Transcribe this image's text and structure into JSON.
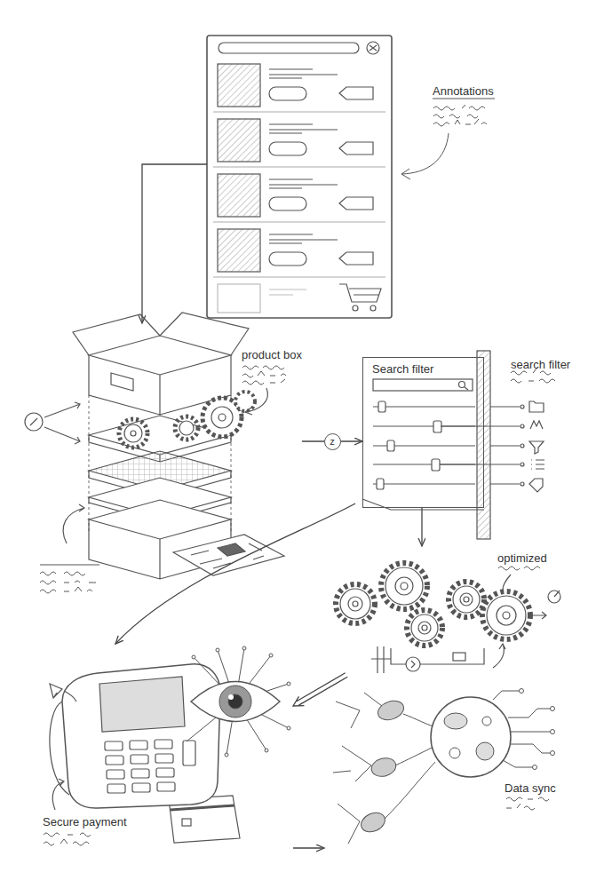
{
  "diagram": {
    "nodes": [
      {
        "text": [
          "Annotations"
        ]
      },
      {
        "text": [
          "product box"
        ]
      },
      {
        "text": [
          "Search filter",
          "search filter"
        ]
      },
      {
        "text": [
          "optimized"
        ]
      },
      {
        "text": [
          "Secure payment"
        ]
      },
      {
        "text": [
          "Data sync"
        ]
      }
    ],
    "edges": [
      {
        "from": 0,
        "to": 1,
        "arrow": "to"
      },
      {
        "from": 1,
        "to": 2,
        "arrow": "to",
        "label": "z"
      },
      {
        "from": 2,
        "to": 3,
        "arrow": "to"
      },
      {
        "from": 2,
        "to": 4,
        "arrow": "to"
      },
      {
        "from": 3,
        "to": 4,
        "arrow": "to"
      },
      {
        "from": 4,
        "to": 5,
        "arrow": "to"
      }
    ]
  }
}
